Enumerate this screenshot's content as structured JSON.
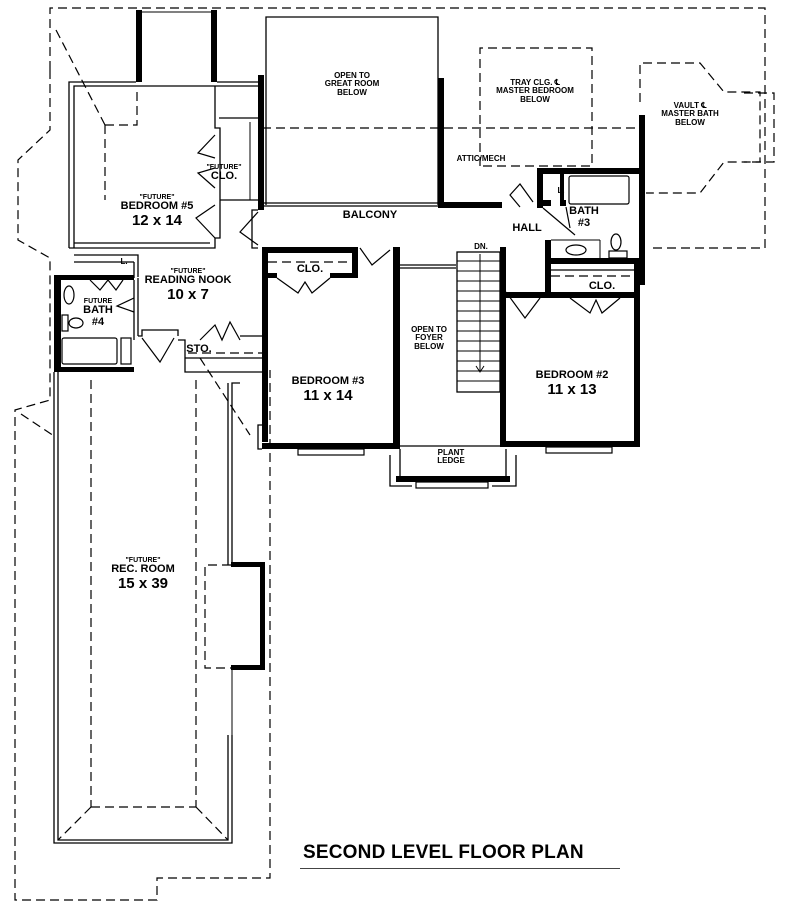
{
  "plan": {
    "title": "SECOND LEVEL FLOOR PLAN",
    "future_tag": "\"FUTURE\"",
    "rooms": {
      "open_great_room": {
        "l1": "OPEN TO",
        "l2": "GREAT ROOM",
        "l3": "BELOW"
      },
      "tray_master": {
        "l1": "TRAY CLG. ℄",
        "l2": "MASTER BEDROOM",
        "l3": "BELOW"
      },
      "vault_master_bath": {
        "l1": "VAULT ℄",
        "l2": "MASTER BATH",
        "l3": "BELOW"
      },
      "attic": {
        "name": "ATTIC/MECH"
      },
      "balcony": {
        "name": "BALCONY"
      },
      "hall": {
        "name": "HALL"
      },
      "bath3": {
        "l1": "BATH",
        "l2": "#3",
        "linen": "L."
      },
      "bedroom5": {
        "future": "\"FUTURE\"",
        "name": "BEDROOM #5",
        "dims": "12 x 14"
      },
      "future_closet": {
        "future": "\"FUTURE\"",
        "name": "CLO."
      },
      "reading_nook": {
        "future": "\"FUTURE\"",
        "name": "READING NOOK",
        "dims": "10 x 7",
        "linen": "L."
      },
      "bath4": {
        "future": "FUTURE",
        "name": "BATH",
        "num": "#4"
      },
      "storage": {
        "name": "STO."
      },
      "bedroom3": {
        "name": "BEDROOM #3",
        "dims": "11 x 14",
        "closet": "CLO."
      },
      "open_foyer": {
        "l1": "OPEN TO",
        "l2": "FOYER",
        "l3": "BELOW"
      },
      "stair": {
        "label": "DN."
      },
      "plant_ledge": {
        "l1": "PLANT",
        "l2": "LEDGE"
      },
      "bedroom2": {
        "name": "BEDROOM #2",
        "dims": "11 x 13",
        "closet": "CLO."
      },
      "rec_room": {
        "future": "\"FUTURE\"",
        "name": "REC. ROOM",
        "dims": "15 x 39"
      }
    }
  }
}
